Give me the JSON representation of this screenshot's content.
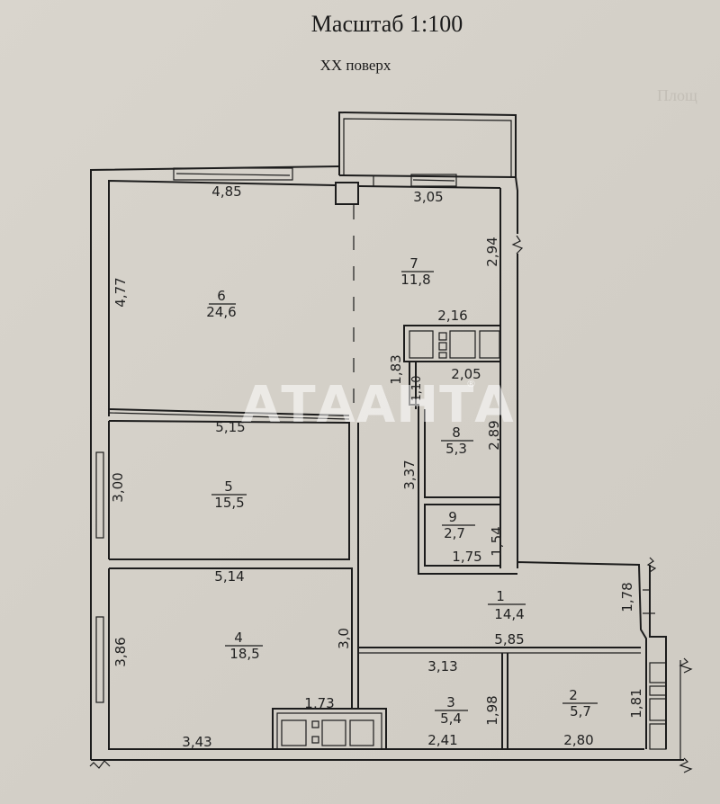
{
  "header": {
    "title": "Масштаб 1:100",
    "floor": "XX поверх"
  },
  "watermark": {
    "text": "АТААНТА",
    "registered": "®"
  },
  "rooms": [
    {
      "number": "1",
      "area": "14,4"
    },
    {
      "number": "2",
      "area": "5,7"
    },
    {
      "number": "3",
      "area": "5,4"
    },
    {
      "number": "4",
      "area": "18,5"
    },
    {
      "number": "5",
      "area": "15,5"
    },
    {
      "number": "6",
      "area": "24,6"
    },
    {
      "number": "7",
      "area": "11,8"
    },
    {
      "number": "8",
      "area": "5,3"
    },
    {
      "number": "9",
      "area": "2,7"
    }
  ],
  "dimensions": {
    "room6_top": "4,85",
    "room6_left": "4,77",
    "room7_top": "3,05",
    "room7_right": "2,94",
    "kitchen_unit_top": "2,16",
    "kitchen_unit_side": "1,83",
    "room8_top": "2,05",
    "room8_left_small": "1,10",
    "room8_right": "2,89",
    "corridor_left": "3,37",
    "room9_right": "1,54",
    "room9_bottom": "1,75",
    "room5_top": "5,15",
    "room5_left": "3,00",
    "room4_top": "5,14",
    "room4_left": "3,86",
    "room4_right": "3,0",
    "room4_wardrobe": "1,73",
    "room4_bottom": "3,43",
    "room1_right": "1,78",
    "room1_bottom": "5,85",
    "room3_top": "3,13",
    "room3_right": "1,98",
    "room3_bottom": "2,41",
    "room2_right": "1,81",
    "room2_bottom": "2,80"
  },
  "bleed_through": {
    "partial_words": [
      "Площ"
    ]
  }
}
